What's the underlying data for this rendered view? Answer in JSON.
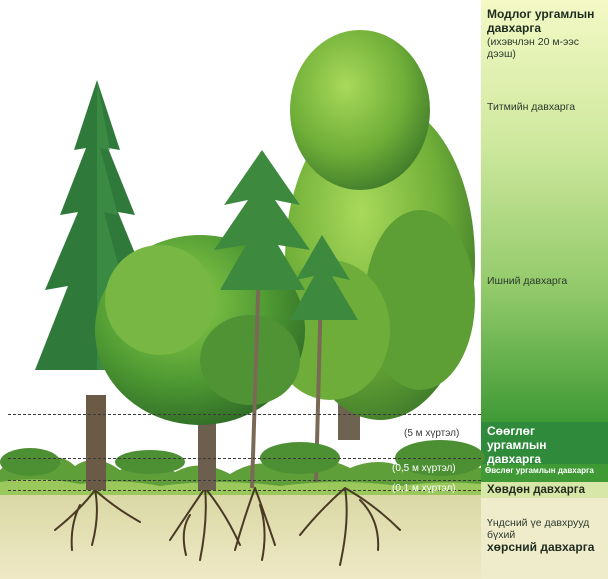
{
  "layers": {
    "canopy_title": "Модлог ургамлын давхарга",
    "canopy_note": "(ихэвчлэн 20 м-ээс дээш)",
    "crown_layer": "Титмийн давхарга",
    "trunk_layer": "Ишний давхарга",
    "shrub_height": "(5 м хүртэл)",
    "shrub_layer": "Сөөглөг ургамлын давхарга",
    "herb_height": "(0,5 м хүртэл)",
    "herb_layer": "Өвслөг ургамлын давхарга",
    "moss_height": "(0,1 м хүртэл)",
    "moss_layer": "Хөвдөн давхарга",
    "soil_line1": "Үндсний үе давхрууд бүхий",
    "soil_line2": "хөрсний давхарга"
  },
  "colors": {
    "panel_top": "#f4f9c6",
    "panel_mid": "#b9dd86",
    "panel_bottom": "#3f9a35",
    "soil": "#e7e1b6",
    "dark_green": "#2f7a3a",
    "light_green": "#7fbf3f"
  }
}
